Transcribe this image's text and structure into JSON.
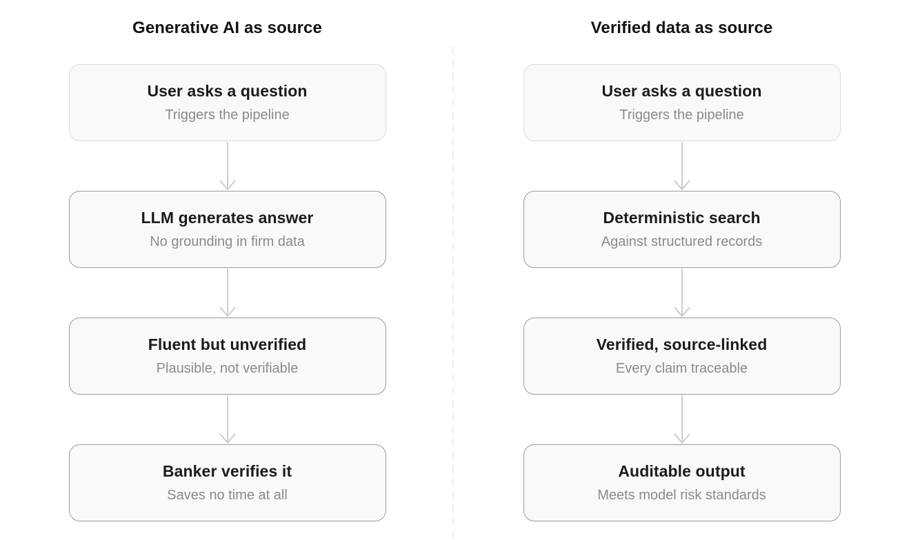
{
  "diagram": {
    "columns": [
      {
        "title": "Generative AI as source",
        "steps": [
          {
            "title": "User asks a question",
            "subtitle": "Triggers the pipeline"
          },
          {
            "title": "LLM generates answer",
            "subtitle": "No grounding in firm data"
          },
          {
            "title": "Fluent but unverified",
            "subtitle": "Plausible, not verifiable"
          },
          {
            "title": "Banker verifies it",
            "subtitle": "Saves no time at all"
          }
        ]
      },
      {
        "title": "Verified data as source",
        "steps": [
          {
            "title": "User asks a question",
            "subtitle": "Triggers the pipeline"
          },
          {
            "title": "Deterministic search",
            "subtitle": "Against structured records"
          },
          {
            "title": "Verified, source-linked",
            "subtitle": "Every claim traceable"
          },
          {
            "title": "Auditable output",
            "subtitle": "Meets model risk standards"
          }
        ]
      }
    ],
    "colors": {
      "box_bg": "#f9f9fa",
      "box_border_first": "#d9dce1",
      "box_border": "#9a9a9a",
      "step_title": "#1b1b1d",
      "step_subtitle": "#8a8a8e",
      "header": "#131315",
      "arrow": "#cdcdcd",
      "divider": "#ececec"
    }
  }
}
